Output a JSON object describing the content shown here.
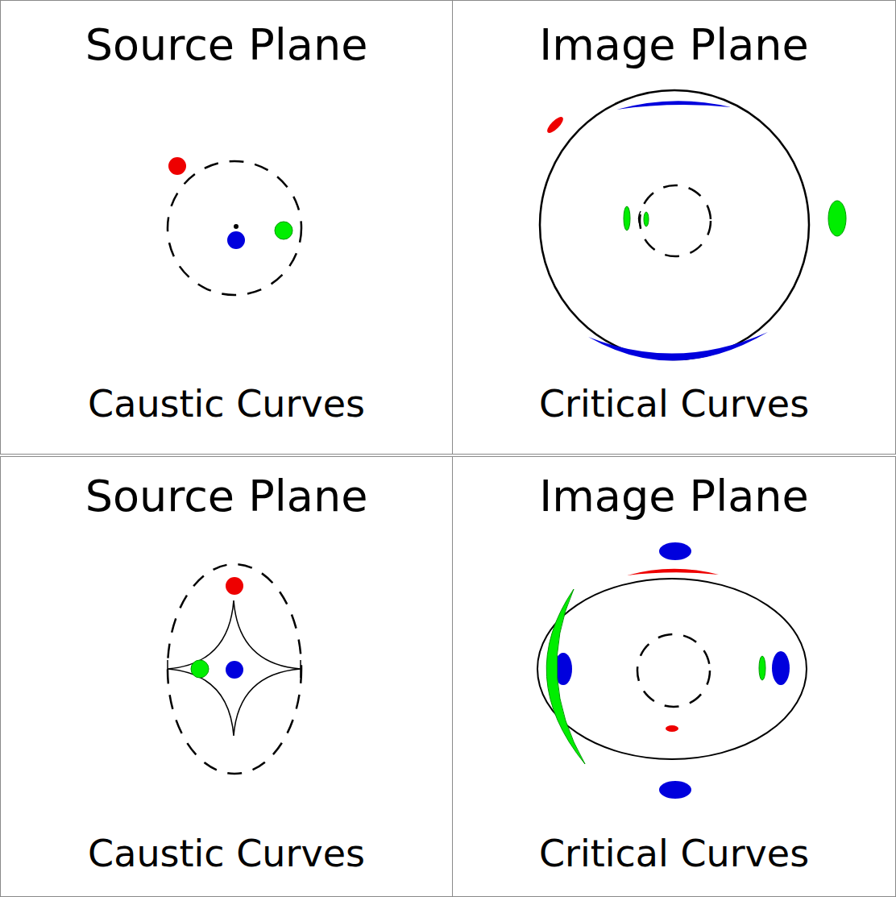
{
  "diagram": {
    "nodes": [
      {
        "text": [
          "Source Plane",
          "Caustic Curves"
        ]
      },
      {
        "text": [
          "Image Plane",
          "Critical Curves"
        ]
      },
      {
        "text": [
          "Source Plane",
          "Caustic Curves"
        ]
      },
      {
        "text": [
          "Image Plane",
          "Critical Curves"
        ]
      }
    ]
  }
}
